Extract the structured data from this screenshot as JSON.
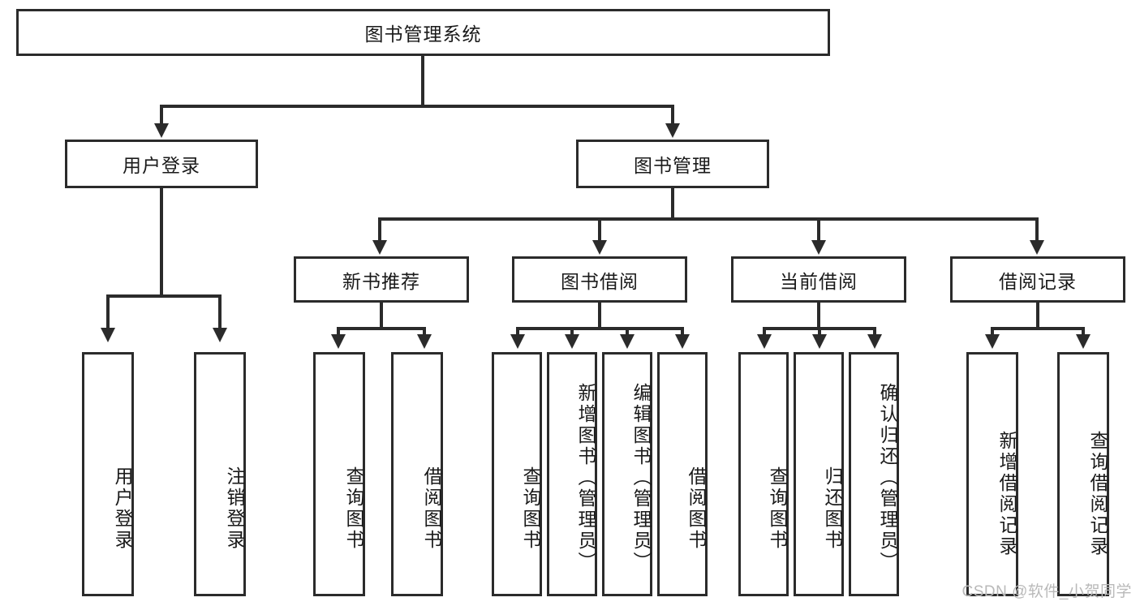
{
  "diagram": {
    "title": "图书管理系统",
    "watermark": "CSDN @软件_小贺同学",
    "levels": {
      "root": {
        "label": "图书管理系统"
      },
      "level2": [
        {
          "id": "user-login",
          "label": "用户登录"
        },
        {
          "id": "book-manage",
          "label": "图书管理"
        }
      ],
      "level3": [
        {
          "id": "new-book-recommend",
          "label": "新书推荐"
        },
        {
          "id": "book-borrow",
          "label": "图书借阅"
        },
        {
          "id": "current-borrow",
          "label": "当前借阅"
        },
        {
          "id": "borrow-record",
          "label": "借阅记录"
        }
      ],
      "leaves": {
        "user_login": [
          {
            "id": "leaf-user-login",
            "label": "用户登录"
          },
          {
            "id": "leaf-logout",
            "label": "注销登录"
          }
        ],
        "new_book_recommend": [
          {
            "id": "leaf-query-book-1",
            "label": "查询图书"
          },
          {
            "id": "leaf-borrow-book-1",
            "label": "借阅图书"
          }
        ],
        "book_borrow": [
          {
            "id": "leaf-query-book-2",
            "label": "查询图书"
          },
          {
            "id": "leaf-add-book",
            "label": "新增图书（管理员）"
          },
          {
            "id": "leaf-edit-book",
            "label": "编辑图书（管理员）"
          },
          {
            "id": "leaf-borrow-book-2",
            "label": "借阅图书"
          }
        ],
        "current_borrow": [
          {
            "id": "leaf-query-book-3",
            "label": "查询图书"
          },
          {
            "id": "leaf-return-book",
            "label": "归还图书"
          },
          {
            "id": "leaf-confirm-return",
            "label": "确认归还（管理员）"
          }
        ],
        "borrow_record": [
          {
            "id": "leaf-add-record",
            "label": "新增借阅记录"
          },
          {
            "id": "leaf-query-record",
            "label": "查询借阅记录"
          }
        ]
      }
    },
    "colors": {
      "stroke": "#2b2b2b",
      "fill": "#ffffff",
      "text": "#1a1a1a",
      "watermark": "#b9b9b9"
    }
  }
}
